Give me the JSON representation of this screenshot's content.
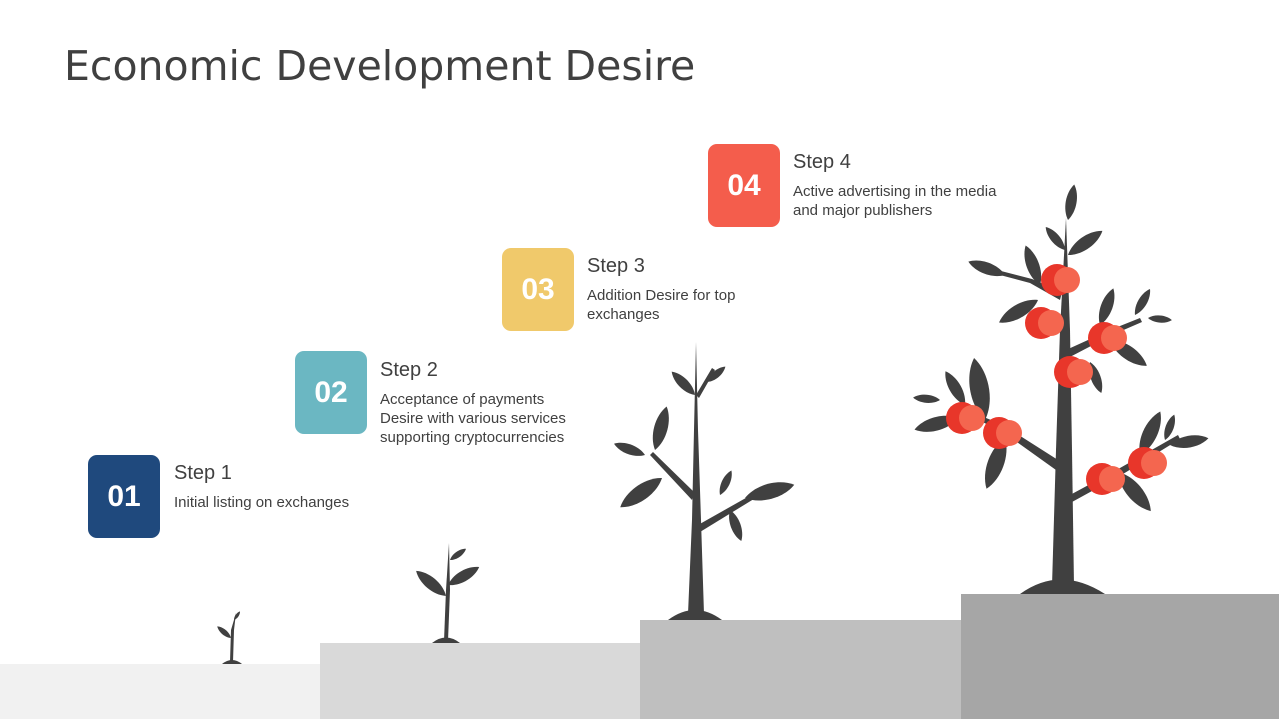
{
  "title": "Economic Development Desire",
  "colors": {
    "text": "#404040",
    "plant": "#404040",
    "fruit": "#e8362a",
    "fruit_light": "#f4664f"
  },
  "steps": [
    {
      "number": "01",
      "title": "Step 1",
      "description": "Initial listing on exchanges",
      "color": "#1f497d"
    },
    {
      "number": "02",
      "title": "Step 2",
      "description": "Acceptance of payments\nDesire with various services\nsupporting cryptocurrencies",
      "color": "#6bb7c2"
    },
    {
      "number": "03",
      "title": "Step 3",
      "description": "Addition Desire  for top\nexchanges",
      "color": "#f0c96b"
    },
    {
      "number": "04",
      "title": "Step 4",
      "description": "Active advertising in the media\nand major publishers",
      "color": "#f45d4c"
    }
  ],
  "platforms": [
    {
      "color": "#f1f1f1"
    },
    {
      "color": "#d9d9d9"
    },
    {
      "color": "#bfbfbf"
    },
    {
      "color": "#a6a6a6"
    }
  ]
}
